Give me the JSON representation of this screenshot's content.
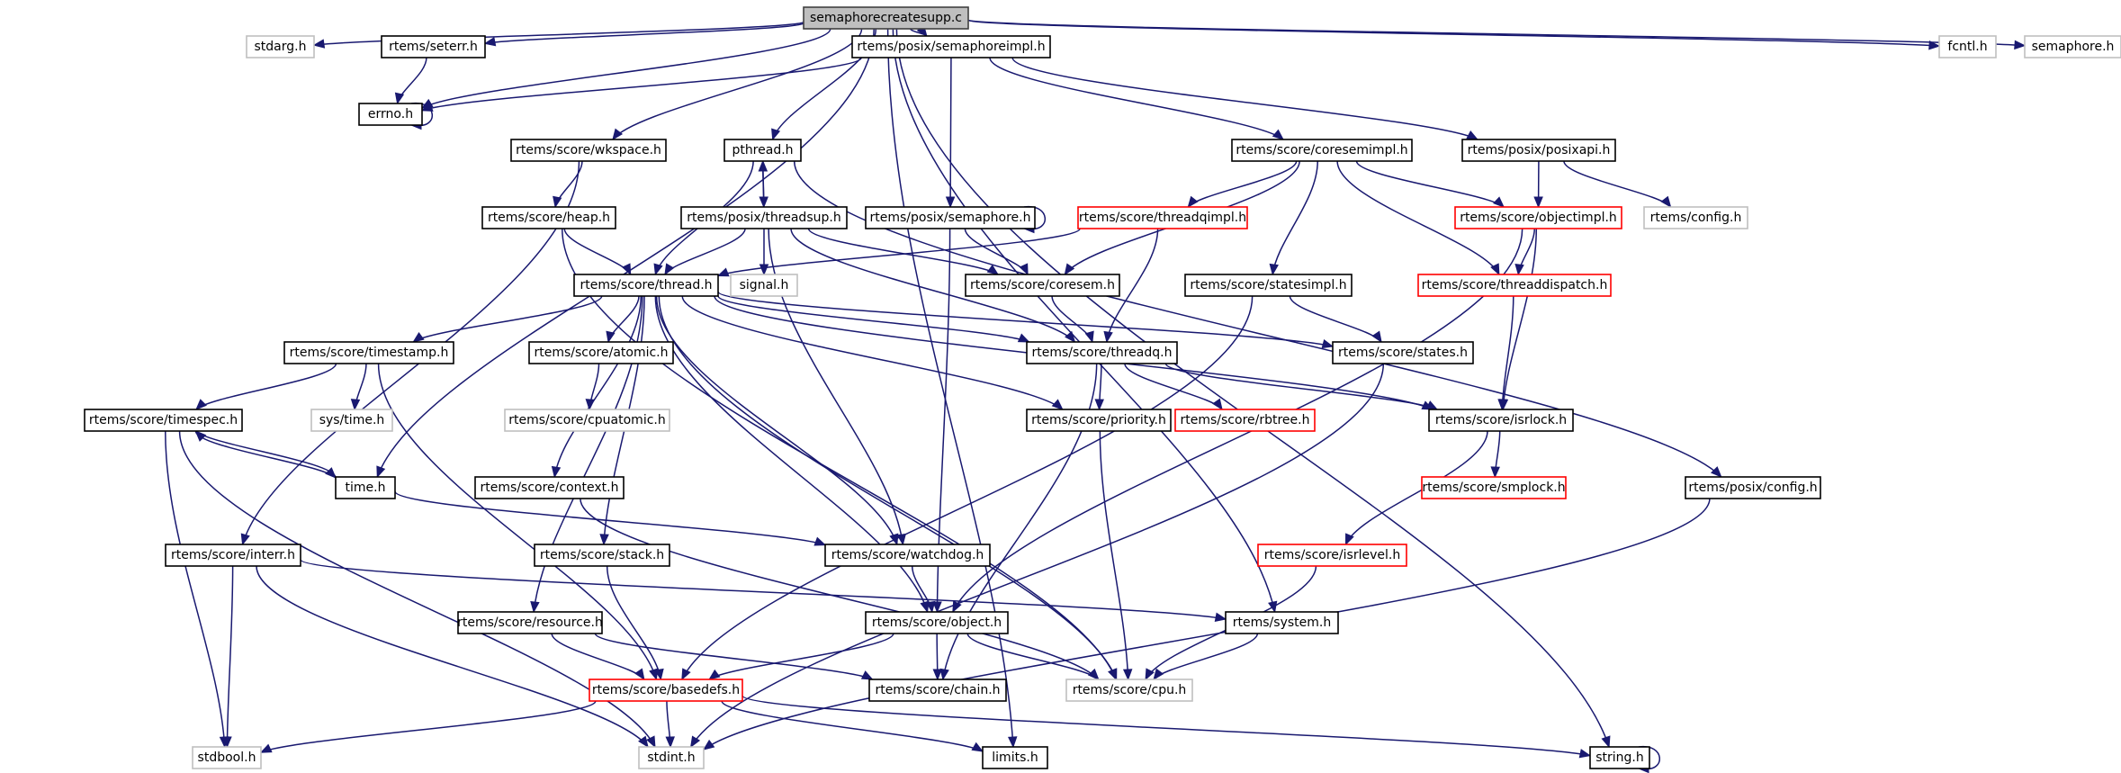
{
  "title": "semaphorecreatesupp.c include dependency graph",
  "colors": {
    "edge": "#191970",
    "root_fill": "#bfbfbf",
    "root_border": "#404040",
    "documented_border": "#000000",
    "truncated_border": "#ff0000",
    "external_border": "#bfbfbf",
    "fill": "#ffffff"
  },
  "nodes": [
    {
      "id": "root",
      "label": "semaphorecreatesupp.c",
      "kind": "root"
    },
    {
      "id": "stdarg",
      "label": "stdarg.h",
      "kind": "external"
    },
    {
      "id": "seterr",
      "label": "rtems/seterr.h",
      "kind": "documented"
    },
    {
      "id": "semimpl",
      "label": "rtems/posix/semaphoreimpl.h",
      "kind": "documented"
    },
    {
      "id": "fcntl",
      "label": "fcntl.h",
      "kind": "external"
    },
    {
      "id": "semaphore",
      "label": "semaphore.h",
      "kind": "external"
    },
    {
      "id": "errno",
      "label": "errno.h",
      "kind": "documented"
    },
    {
      "id": "wkspace",
      "label": "rtems/score/wkspace.h",
      "kind": "documented"
    },
    {
      "id": "pthread",
      "label": "pthread.h",
      "kind": "documented"
    },
    {
      "id": "coresemimpl",
      "label": "rtems/score/coresemimpl.h",
      "kind": "documented"
    },
    {
      "id": "posixapi",
      "label": "rtems/posix/posixapi.h",
      "kind": "documented"
    },
    {
      "id": "heap",
      "label": "rtems/score/heap.h",
      "kind": "documented"
    },
    {
      "id": "threadsup",
      "label": "rtems/posix/threadsup.h",
      "kind": "documented"
    },
    {
      "id": "psem",
      "label": "rtems/posix/semaphore.h",
      "kind": "documented"
    },
    {
      "id": "threadqimpl",
      "label": "rtems/score/threadqimpl.h",
      "kind": "truncated"
    },
    {
      "id": "objectimpl",
      "label": "rtems/score/objectimpl.h",
      "kind": "truncated"
    },
    {
      "id": "rconfig",
      "label": "rtems/config.h",
      "kind": "external"
    },
    {
      "id": "thread",
      "label": "rtems/score/thread.h",
      "kind": "documented"
    },
    {
      "id": "signal",
      "label": "signal.h",
      "kind": "external"
    },
    {
      "id": "coresem",
      "label": "rtems/score/coresem.h",
      "kind": "documented"
    },
    {
      "id": "statesimpl",
      "label": "rtems/score/statesimpl.h",
      "kind": "documented"
    },
    {
      "id": "threaddispatch",
      "label": "rtems/score/threaddispatch.h",
      "kind": "truncated"
    },
    {
      "id": "timestamp",
      "label": "rtems/score/timestamp.h",
      "kind": "documented"
    },
    {
      "id": "atomic",
      "label": "rtems/score/atomic.h",
      "kind": "documented"
    },
    {
      "id": "threadq",
      "label": "rtems/score/threadq.h",
      "kind": "documented"
    },
    {
      "id": "states",
      "label": "rtems/score/states.h",
      "kind": "documented"
    },
    {
      "id": "timespec",
      "label": "rtems/score/timespec.h",
      "kind": "documented"
    },
    {
      "id": "systime",
      "label": "sys/time.h",
      "kind": "external"
    },
    {
      "id": "cpuatomic",
      "label": "rtems/score/cpuatomic.h",
      "kind": "external"
    },
    {
      "id": "priority",
      "label": "rtems/score/priority.h",
      "kind": "documented"
    },
    {
      "id": "rbtree",
      "label": "rtems/score/rbtree.h",
      "kind": "truncated"
    },
    {
      "id": "isrlock",
      "label": "rtems/score/isrlock.h",
      "kind": "documented"
    },
    {
      "id": "timeh",
      "label": "time.h",
      "kind": "documented"
    },
    {
      "id": "context",
      "label": "rtems/score/context.h",
      "kind": "documented"
    },
    {
      "id": "smplock",
      "label": "rtems/score/smplock.h",
      "kind": "truncated"
    },
    {
      "id": "pconfig",
      "label": "rtems/posix/config.h",
      "kind": "documented"
    },
    {
      "id": "interr",
      "label": "rtems/score/interr.h",
      "kind": "documented"
    },
    {
      "id": "stack",
      "label": "rtems/score/stack.h",
      "kind": "documented"
    },
    {
      "id": "watchdog",
      "label": "rtems/score/watchdog.h",
      "kind": "documented"
    },
    {
      "id": "isrlevel",
      "label": "rtems/score/isrlevel.h",
      "kind": "truncated"
    },
    {
      "id": "resource",
      "label": "rtems/score/resource.h",
      "kind": "documented"
    },
    {
      "id": "object",
      "label": "rtems/score/object.h",
      "kind": "documented"
    },
    {
      "id": "system",
      "label": "rtems/system.h",
      "kind": "documented"
    },
    {
      "id": "basedefs",
      "label": "rtems/score/basedefs.h",
      "kind": "truncated"
    },
    {
      "id": "chain",
      "label": "rtems/score/chain.h",
      "kind": "documented"
    },
    {
      "id": "cpu",
      "label": "rtems/score/cpu.h",
      "kind": "external"
    },
    {
      "id": "stdbool",
      "label": "stdbool.h",
      "kind": "external"
    },
    {
      "id": "stdint",
      "label": "stdint.h",
      "kind": "external"
    },
    {
      "id": "limits",
      "label": "limits.h",
      "kind": "documented"
    },
    {
      "id": "string",
      "label": "string.h",
      "kind": "documented"
    }
  ],
  "edges": [
    [
      "root",
      "stdarg"
    ],
    [
      "root",
      "seterr"
    ],
    [
      "root",
      "semimpl"
    ],
    [
      "root",
      "fcntl"
    ],
    [
      "root",
      "semaphore"
    ],
    [
      "root",
      "errno"
    ],
    [
      "root",
      "wkspace"
    ],
    [
      "root",
      "pthread"
    ],
    [
      "root",
      "timeh"
    ],
    [
      "root",
      "system"
    ],
    [
      "root",
      "limits"
    ],
    [
      "root",
      "string"
    ],
    [
      "seterr",
      "errno"
    ],
    [
      "errno",
      "errno"
    ],
    [
      "semimpl",
      "errno"
    ],
    [
      "semimpl",
      "psem"
    ],
    [
      "semimpl",
      "coresemimpl"
    ],
    [
      "semimpl",
      "posixapi"
    ],
    [
      "wkspace",
      "heap"
    ],
    [
      "wkspace",
      "interr"
    ],
    [
      "pthread",
      "threadsup"
    ],
    [
      "pthread",
      "thread"
    ],
    [
      "pthread",
      "pconfig"
    ],
    [
      "threadsup",
      "pthread"
    ],
    [
      "threadsup",
      "thread"
    ],
    [
      "threadsup",
      "signal"
    ],
    [
      "threadsup",
      "coresem"
    ],
    [
      "threadsup",
      "threadq"
    ],
    [
      "threadsup",
      "watchdog"
    ],
    [
      "heap",
      "thread"
    ],
    [
      "heap",
      "cpu"
    ],
    [
      "psem",
      "psem"
    ],
    [
      "psem",
      "coresem"
    ],
    [
      "psem",
      "object"
    ],
    [
      "coresemimpl",
      "threadqimpl"
    ],
    [
      "coresemimpl",
      "coresem"
    ],
    [
      "coresemimpl",
      "statesimpl"
    ],
    [
      "coresemimpl",
      "threaddispatch"
    ],
    [
      "coresemimpl",
      "objectimpl"
    ],
    [
      "posixapi",
      "objectimpl"
    ],
    [
      "posixapi",
      "rconfig"
    ],
    [
      "threadqimpl",
      "thread"
    ],
    [
      "threadqimpl",
      "threadq"
    ],
    [
      "objectimpl",
      "threaddispatch"
    ],
    [
      "objectimpl",
      "isrlock"
    ],
    [
      "objectimpl",
      "object"
    ],
    [
      "threaddispatch",
      "isrlock"
    ],
    [
      "statesimpl",
      "states"
    ],
    [
      "statesimpl",
      "basedefs"
    ],
    [
      "coresem",
      "threadq"
    ],
    [
      "thread",
      "timestamp"
    ],
    [
      "thread",
      "atomic"
    ],
    [
      "thread",
      "context"
    ],
    [
      "thread",
      "resource"
    ],
    [
      "thread",
      "stack"
    ],
    [
      "thread",
      "object"
    ],
    [
      "thread",
      "watchdog"
    ],
    [
      "thread",
      "priority"
    ],
    [
      "thread",
      "threadq"
    ],
    [
      "thread",
      "states"
    ],
    [
      "thread",
      "isrlock"
    ],
    [
      "thread",
      "cpu"
    ],
    [
      "timestamp",
      "timespec"
    ],
    [
      "timestamp",
      "systime"
    ],
    [
      "timestamp",
      "basedefs"
    ],
    [
      "atomic",
      "cpuatomic"
    ],
    [
      "timespec",
      "timeh"
    ],
    [
      "timespec",
      "stdbool"
    ],
    [
      "timespec",
      "stdint"
    ],
    [
      "timeh",
      "timespec"
    ],
    [
      "timeh",
      "watchdog"
    ],
    [
      "threadq",
      "priority"
    ],
    [
      "threadq",
      "rbtree"
    ],
    [
      "threadq",
      "isrlock"
    ],
    [
      "threadq",
      "chain"
    ],
    [
      "priority",
      "cpu"
    ],
    [
      "states",
      "stdint"
    ],
    [
      "isrlock",
      "smplock"
    ],
    [
      "isrlock",
      "isrlevel"
    ],
    [
      "context",
      "cpu"
    ],
    [
      "pconfig",
      "stdint"
    ],
    [
      "interr",
      "system"
    ],
    [
      "interr",
      "stdbool"
    ],
    [
      "interr",
      "stdint"
    ],
    [
      "stack",
      "basedefs"
    ],
    [
      "watchdog",
      "object"
    ],
    [
      "isrlevel",
      "cpu"
    ],
    [
      "resource",
      "basedefs"
    ],
    [
      "resource",
      "chain"
    ],
    [
      "object",
      "basedefs"
    ],
    [
      "object",
      "chain"
    ],
    [
      "object",
      "cpu"
    ],
    [
      "system",
      "cpu"
    ],
    [
      "basedefs",
      "stdbool"
    ],
    [
      "basedefs",
      "stdint"
    ],
    [
      "basedefs",
      "limits"
    ],
    [
      "basedefs",
      "string"
    ],
    [
      "string",
      "string"
    ]
  ]
}
